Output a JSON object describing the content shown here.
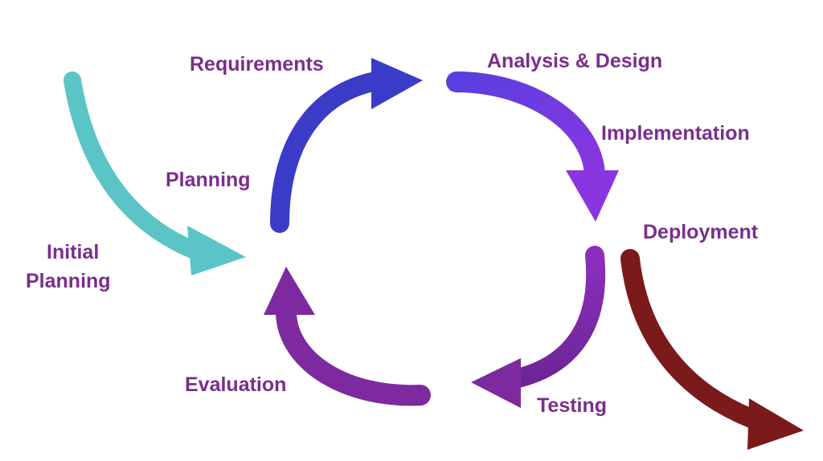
{
  "stages": {
    "initial_planning": {
      "line1": "Initial",
      "line2": "Planning",
      "color": "#5bc4c6"
    },
    "planning": {
      "label": "Planning",
      "color": "#3a3cc8"
    },
    "requirements": {
      "label": "Requirements",
      "color": "#3a3cc8"
    },
    "analysis_design": {
      "label": "Analysis & Design",
      "color": "#7b3ee0"
    },
    "implementation": {
      "label": "Implementation",
      "color": "#7b3ee0"
    },
    "deployment": {
      "label": "Deployment",
      "color": "#7a1a1a"
    },
    "testing": {
      "label": "Testing",
      "color": "#7d2aa0"
    },
    "evaluation": {
      "label": "Evaluation",
      "color": "#7d2aa0"
    }
  },
  "label_color": "#7a2e8c"
}
